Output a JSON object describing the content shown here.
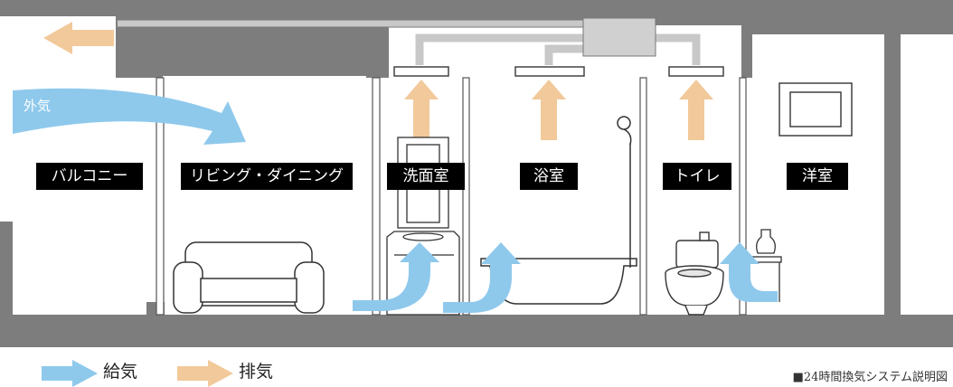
{
  "rooms": {
    "balcony": "バルコニー",
    "living_dining": "リビング・ダイニング",
    "washroom": "洗面室",
    "bathroom": "浴室",
    "toilet": "トイレ",
    "western_room": "洋室"
  },
  "outside_air_label": "外気",
  "legend": {
    "supply": "給気",
    "exhaust": "排気"
  },
  "caption": "■24時間換気システム説明図",
  "colors": {
    "supply_arrow": "#8ec9ec",
    "exhaust_arrow": "#f2c99a",
    "structure": "#7d7d7d",
    "duct": "#c8c8c8",
    "label_bg": "#000000"
  }
}
